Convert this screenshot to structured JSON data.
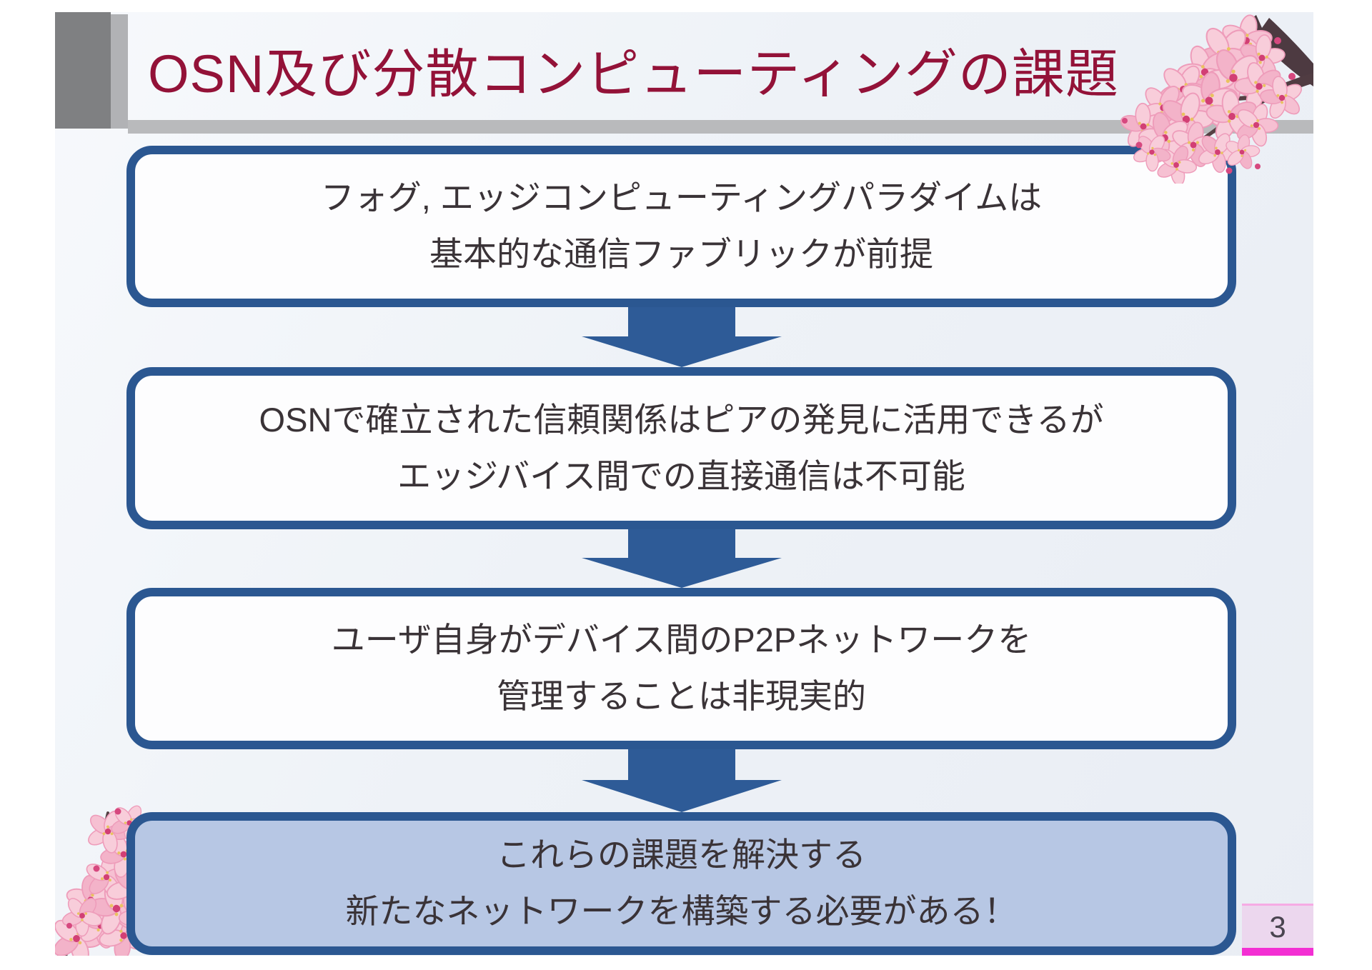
{
  "slide": {
    "title": "OSN及び分散コンピューティングの課題",
    "page_number": "3",
    "flow_boxes": [
      {
        "style": "default",
        "lines": [
          "フォグ, エッジコンピューティングパラダイムは",
          "基本的な通信ファブリックが前提"
        ]
      },
      {
        "style": "default",
        "lines": [
          "OSNで確立された信頼関係はピアの発見に活用できるが",
          "エッジバイス間での直接通信は不可能"
        ]
      },
      {
        "style": "default",
        "lines": [
          "ユーザ自身がデバイス間のP2Pネットワークを",
          "管理することは非現実的"
        ]
      },
      {
        "style": "highlight",
        "lines": [
          "これらの課題を解決する",
          "新たなネットワークを構築する必要がある！"
        ]
      }
    ],
    "icons": {
      "flow_arrow": "down-arrow",
      "decoration_top_right": "cherry-blossom-branch",
      "decoration_bottom_left": "cherry-blossom-branch"
    },
    "colors": {
      "title_text": "#931238",
      "header_dark_gray": "#7F8082",
      "header_light_gray": "#B1B2B5",
      "title_underline": "#B9BABC",
      "box_border": "#2B5791",
      "arrow_fill": "#2E5B97",
      "box_fill": "#FDFDFE",
      "highlight_box_fill": "#B7C7E4",
      "body_text": "#3A3337",
      "page_badge_bg": "#ECD7EE",
      "page_badge_bar": "#F32FD3"
    }
  }
}
